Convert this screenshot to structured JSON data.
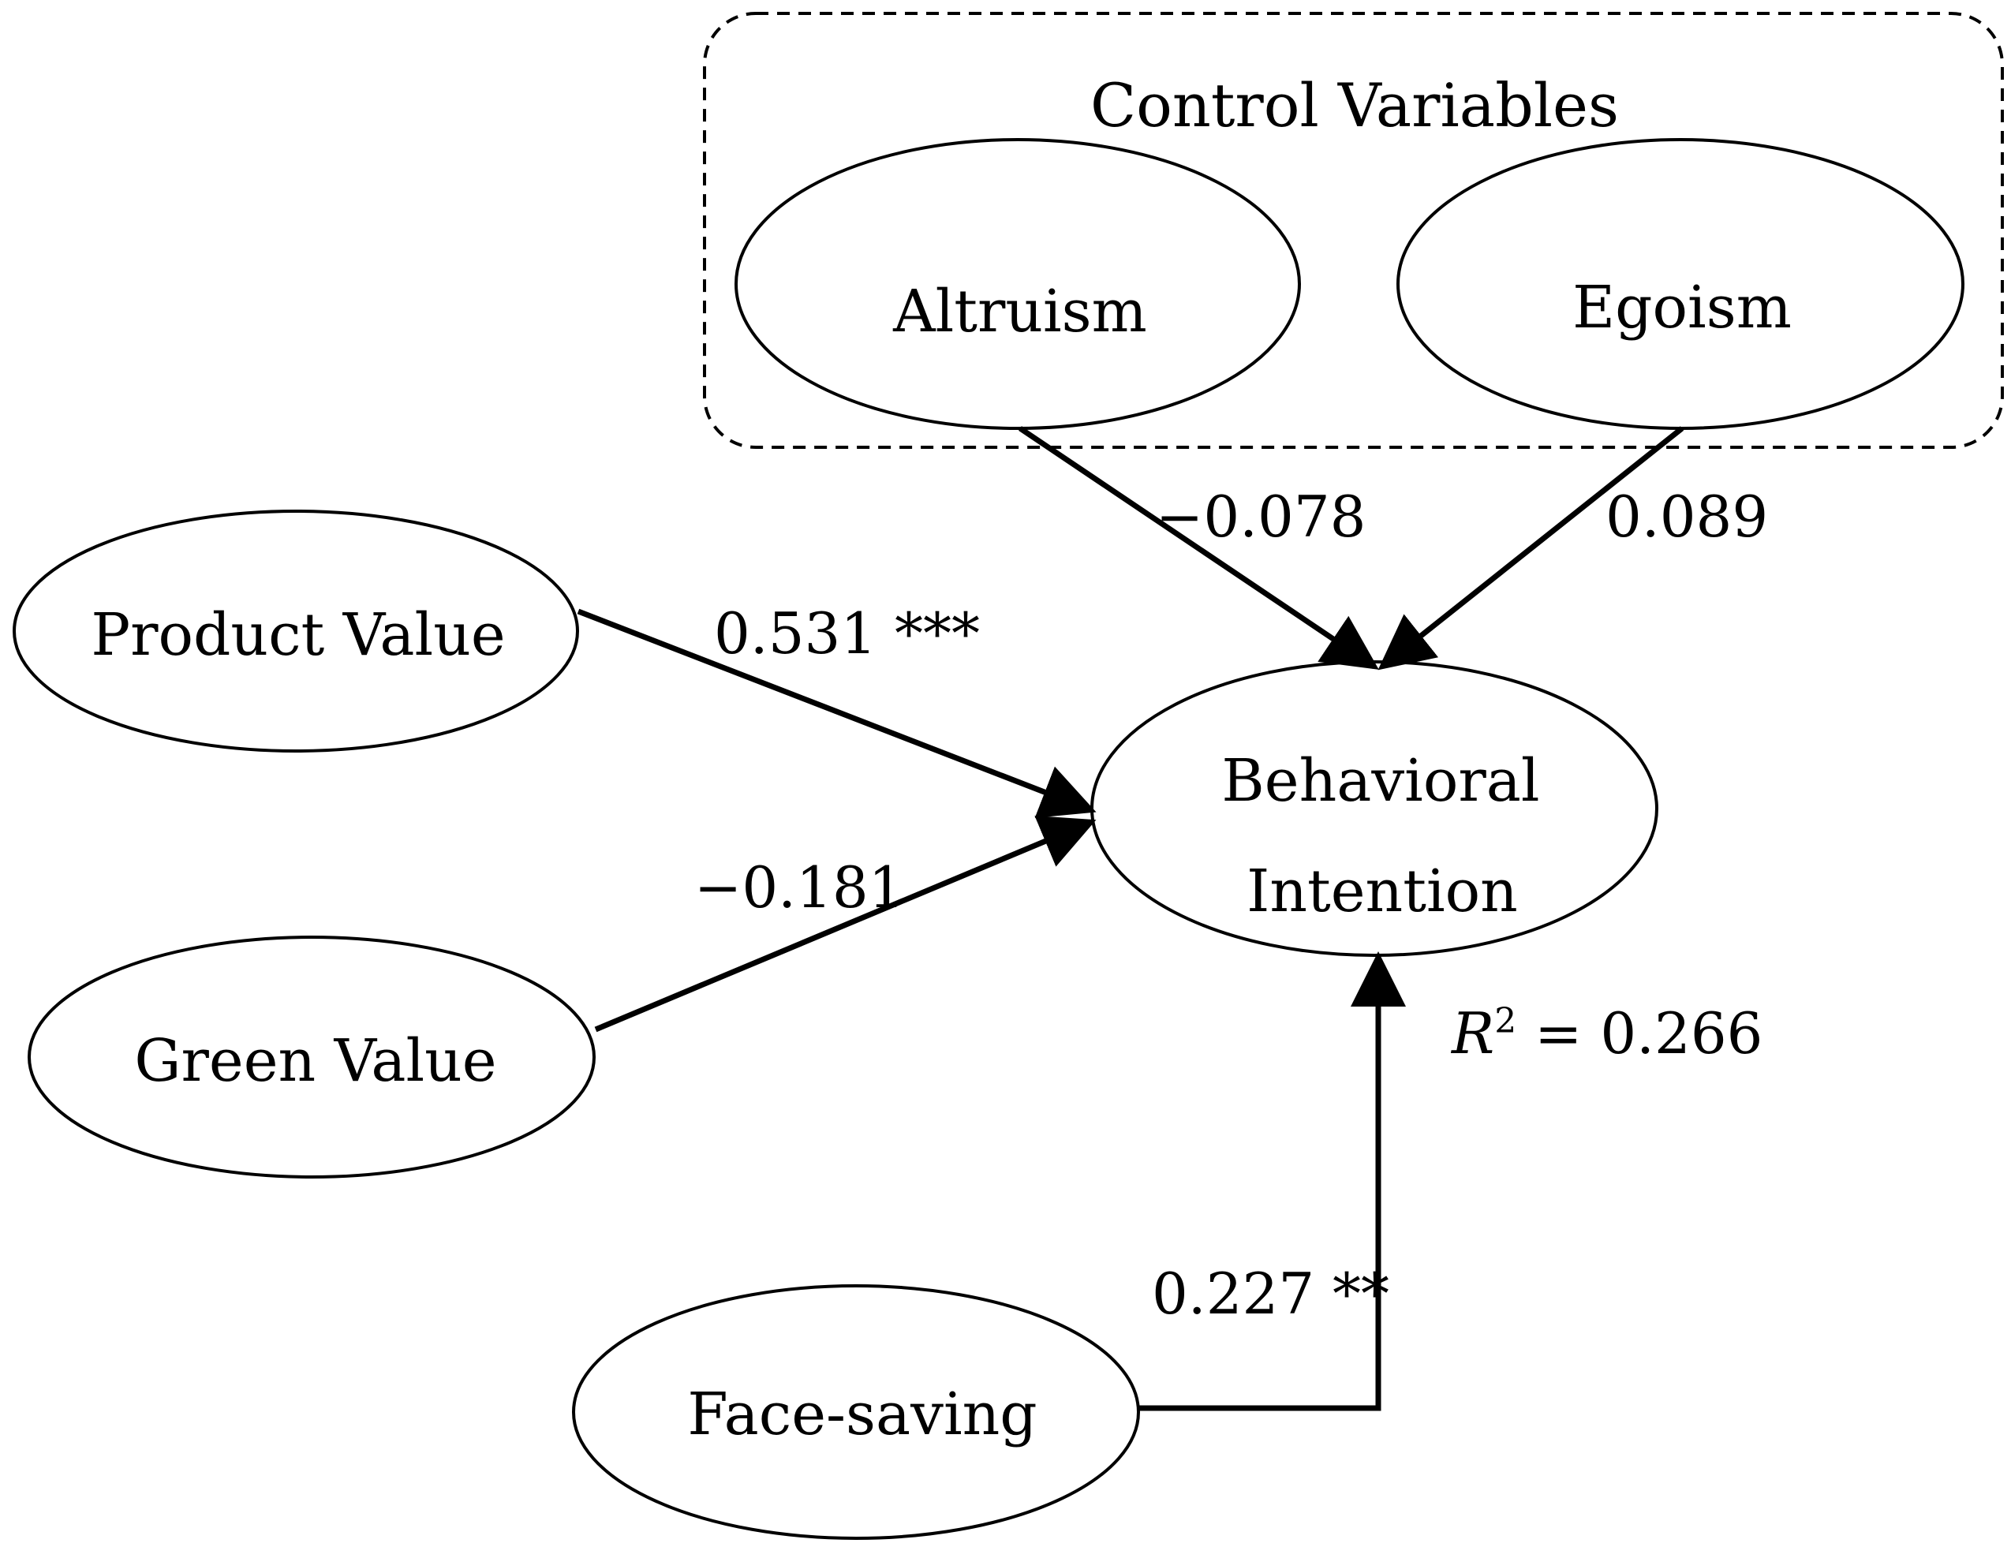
{
  "group": {
    "title": "Control Variables"
  },
  "nodes": {
    "altruism": "Altruism",
    "egoism": "Egoism",
    "product_value": "Product Value",
    "green_value": "Green Value",
    "behavioral_line1": "Behavioral",
    "behavioral_line2": "Intention",
    "face_saving": "Face-saving"
  },
  "paths": {
    "altruism_to_bi": "−0.078",
    "egoism_to_bi": "0.089",
    "product_to_bi": "0.531 ***",
    "green_to_bi": "−0.181",
    "face_to_bi": "0.227 **"
  },
  "r_squared": {
    "symbol": "R",
    "superscript": "2",
    "value": " = 0.266"
  }
}
